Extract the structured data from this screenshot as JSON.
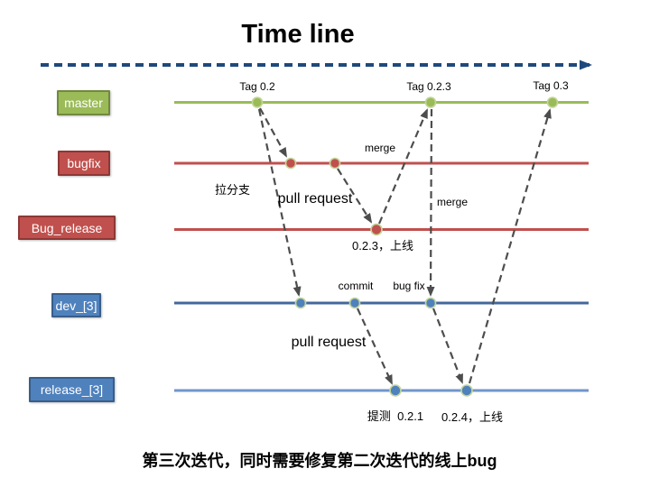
{
  "title": "Time line",
  "branches": [
    {
      "label": "master"
    },
    {
      "label": "bugfix"
    },
    {
      "label": "Bug_release"
    },
    {
      "label": "dev_[3]"
    },
    {
      "label": "release_[3]"
    }
  ],
  "tags": {
    "tag1": "Tag 0.2",
    "tag2": "Tag 0.2.3",
    "tag3": "Tag 0.3"
  },
  "annotations": {
    "merge_top": "merge",
    "merge_right": "merge",
    "pull_branch": "拉分支",
    "pull_request_1": "pull request",
    "pull_request_2": "pull request",
    "commit": "commit",
    "bug_fix": "bug fix",
    "release_note_1": "0.2.3，上线",
    "submit_test": "提测  0.2.1",
    "release_note_2": "0.2.4，上线"
  },
  "caption": "第三次迭代，同时需要修复第二次迭代的线上bug",
  "colors": {
    "green": "#9bbb59",
    "green-border": "#71893f",
    "red": "#c0504d",
    "red-border": "#8c3836",
    "red-line": "#c0504d",
    "blue": "#4f81bd",
    "blue-border": "#385d8a",
    "dev-line": "#44689d",
    "release-line": "#6e96ca",
    "timeline": "#1f497d",
    "arrow": "#4d4d4d",
    "dot-ring": "#c3d69b"
  }
}
